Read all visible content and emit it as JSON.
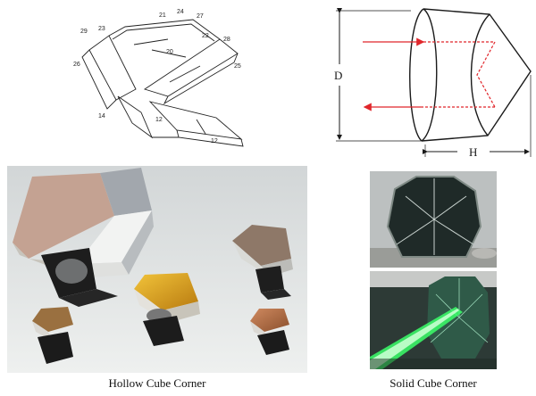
{
  "patent_drawing": {
    "numbers": {
      "n21": "21",
      "n24": "24",
      "n27": "27",
      "n29": "29",
      "n23": "23",
      "n20": "20",
      "n22": "22",
      "n28": "28",
      "n26": "26",
      "n25": "25",
      "n14": "14",
      "n12a": "12",
      "n12b": "12"
    }
  },
  "diagram": {
    "dimension_D": "D",
    "dimension_H": "H",
    "colors": {
      "beam": "#e0262b",
      "outline": "#1a1a1a"
    }
  },
  "photos": {
    "hollow": {
      "caption": "Hollow Cube Corner"
    },
    "solid": {
      "caption": "Solid Cube Corner"
    }
  }
}
